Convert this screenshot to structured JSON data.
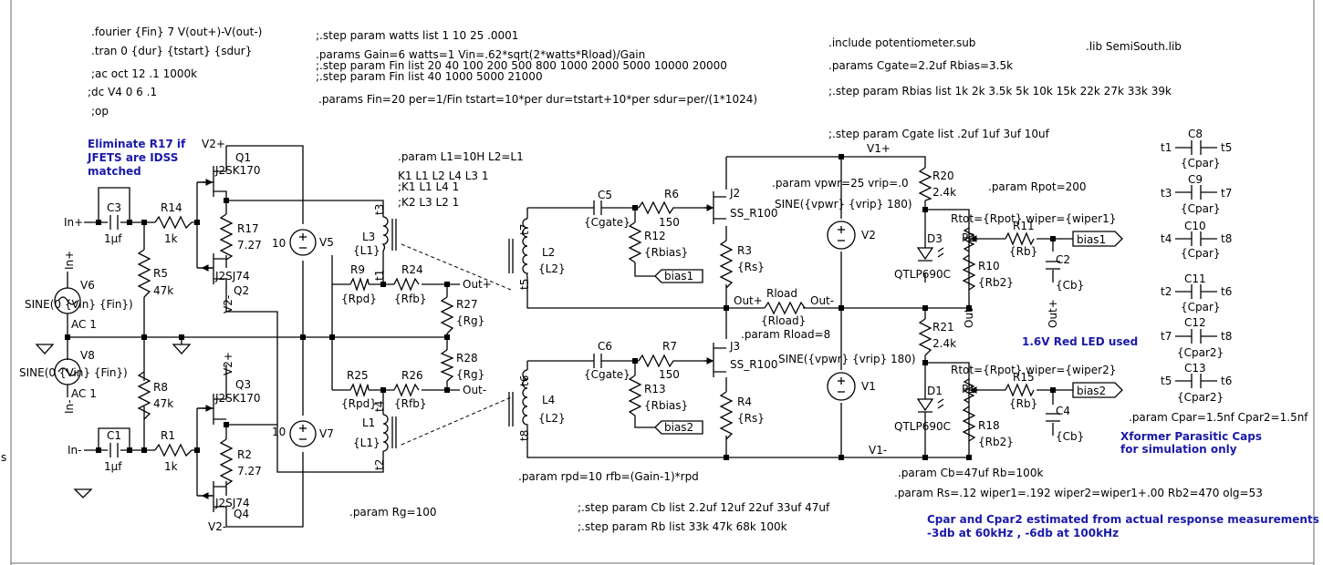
{
  "directives": {
    "fourier": ".fourier {Fin} 7 V(out+)-V(out-)",
    "tran": ".tran 0 {dur} {tstart} {sdur}",
    "ac": ";ac oct 12 .1 1000k",
    "dc": ";dc V4 0 6 .1",
    "op": ";op",
    "step_watts": ";.step param watts list 1  10   25 .0001",
    "params_gain": ".params Gain=6 watts=1 Vin=.62*sqrt(2*watts*Rload)/Gain",
    "step_fin1": ";.step param Fin list 20  40 100 200 500 800 1000 2000 5000 10000 20000",
    "step_fin2": ";.step param Fin list  40 1000 5000 21000",
    "params_fin": ".params Fin=20 per=1/Fin tstart=10*per dur=tstart+10*per sdur=per/(1*1024)",
    "include": ".include potentiometer.sub",
    "lib": ".lib SemiSouth.lib",
    "params_cgate": ".params Cgate=2.2uf Rbias=3.5k",
    "step_rbias": ";.step param Rbias list 1k 2k 3.5k 5k 10k 15k 22k 27k 33k 39k",
    "step_cgate": ";.step param Cgate list .2uf 1uf 3uf 10uf",
    "param_L": ".param L1=10H L2=L1",
    "k1": "K1 L1 L2 L4  L3 1",
    "k1b": ";K1 L1 L4 1",
    "k2": ";K2 L3 L2 1",
    "param_vpwr": ".param vpwr=25 vrip=.0",
    "param_rload": ".param Rload=8",
    "param_rpot": ".param Rpot=200",
    "param_rpd": ".param rpd=10 rfb=(Gain-1)*rpd",
    "param_rg": ".param Rg=100",
    "step_cb": ";.step param Cb list 2.2uf 12uf 22uf 33uf 47uf",
    "step_rb": ";.step param Rb list 33k 47k 68k 100k",
    "param_cb": ".param Cb=47uf Rb=100k",
    "param_rs": ".param Rs=.12 wiper1=.192 wiper2=wiper1+.00 Rb2=470 olg=53",
    "param_cpar": ".param Cpar=1.5nf Cpar2=1.5nf"
  },
  "notes": {
    "eliminate_1": "Eliminate R17 if",
    "eliminate_2": "JFETS are IDSS",
    "eliminate_3": "matched",
    "led": "1.6V Red LED used",
    "xformer_1": "Xformer Parasitic Caps",
    "xformer_2": "for simulation only",
    "cpar_1": "Cpar and Cpar2 estimated from actual response measurements",
    "cpar_2": "-3db at 60kHz , -6db at 100kHz"
  },
  "components": {
    "q1": "Q1",
    "q1_model": "J2SK170",
    "q2": "Q2",
    "q2_model": "J2SJ74",
    "q3": "Q3",
    "q3_model": "J2SK170",
    "q4": "Q4",
    "q4_model": "J2SJ74",
    "r14": "R14",
    "r14_val": "1k",
    "r1": "R1",
    "r1_val": "1k",
    "r17": "R17",
    "r17_val": "7.27",
    "r2": "R2",
    "r2_val": "7.27",
    "r5": "R5",
    "r5_val": "47k",
    "r8": "R8",
    "r8_val": "47k",
    "c3": "C3",
    "c3_val": "1µf",
    "c1": "C1",
    "c1_val": "1µf",
    "v5": "V5",
    "v5_val": "10",
    "v7": "V7",
    "v7_val": "10",
    "v6": "V6",
    "v6_val": "SINE(0 {Vin} {Fin})",
    "v6_ac": "AC 1",
    "v8": "V8",
    "v8_val": "SINE(0 {Vin} {Fin})",
    "v8_ac": "AC 1",
    "l3": "L3",
    "l3_val": "{L1}",
    "l1": "L1",
    "l1_val": "{L1}",
    "l2": "L2",
    "l2_val": "{L2}",
    "l4": "L4",
    "l4_val": "{L2}",
    "r9": "R9",
    "r9_val": "{Rpd}",
    "r24": "R24",
    "r24_val": "{Rfb}",
    "r25": "R25",
    "r25_val": "{Rpd}",
    "r26": "R26",
    "r26_val": "{Rfb}",
    "r27": "R27",
    "r27_val": "{Rg}",
    "r28": "R28",
    "r28_val": "{Rg}",
    "c5": "C5",
    "c5_val": "{Cgate}",
    "c6": "C6",
    "c6_val": "{Cgate}",
    "r6": "R6",
    "r6_val": "150",
    "r7": "R7",
    "r7_val": "150",
    "r12": "R12",
    "r12_val": "{Rbias}",
    "r13": "R13",
    "r13_val": "{Rbias}",
    "j2": "J2",
    "j2_model": "SS_R100",
    "j3": "J3",
    "j3_model": "SS_R100",
    "r3": "R3",
    "r3_val": "{Rs}",
    "r4": "R4",
    "r4_val": "{Rs}",
    "rload": "Rload",
    "rload_val": "{Rload}",
    "v2": "V2",
    "v2_val": "SINE({vpwr} {vrip} 180)",
    "v1": "V1",
    "v1_val": "SINE({vpwr} {vrip} 180)",
    "r20": "R20",
    "r20_val": "2.4k",
    "r21": "R21",
    "r21_val": "2.4k",
    "d3": "D3",
    "d1": "D1",
    "d_model": "QTLP690C",
    "p2": "P2",
    "p1": "P1",
    "p2_params": "Rtot={Rpot} wiper={wiper1}",
    "p1_params": "Rtot={Rpot} wiper={wiper2}",
    "r11": "R11",
    "r11_val": "{Rb}",
    "r15": "R15",
    "r15_val": "{Rb}",
    "r10": "R10",
    "r10_val": "{Rb2}",
    "r18": "R18",
    "r18_val": "{Rb2}",
    "c2": "C2",
    "c2_val": "{Cb}",
    "c4": "C4",
    "c4_val": "{Cb}",
    "c8": "C8",
    "c9": "C9",
    "c10": "C10",
    "c11": "C11",
    "c12": "C12",
    "c13": "C13",
    "cpar": "{Cpar}",
    "cpar2": "{Cpar2}"
  },
  "nets": {
    "in_plus": "In+",
    "in_minus": "In-",
    "out_plus": "Out+",
    "out_minus": "Out-",
    "v2plus": "V2+",
    "v2minus": "V2-",
    "v1plus": "V1+",
    "v1minus": "V1-",
    "bias1": "bias1",
    "bias2": "bias2",
    "t1": "t1",
    "t2": "t2",
    "t3": "t3",
    "t4": "t4",
    "t5": "t5",
    "t6": "t6",
    "t7": "t7",
    "t8": "t8"
  },
  "edge_text": "s"
}
